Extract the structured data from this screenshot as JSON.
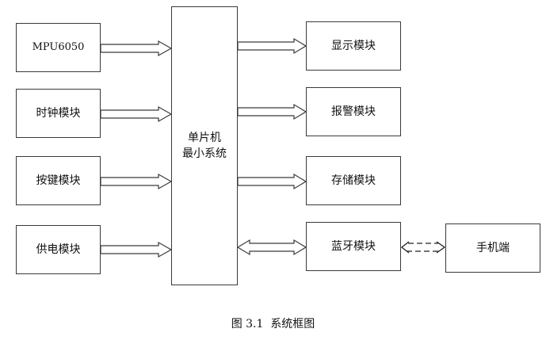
{
  "diagram": {
    "type": "system-block-diagram",
    "inputs": [
      {
        "id": "mpu6050",
        "label": "MPU6050"
      },
      {
        "id": "clock",
        "label": "时钟模块"
      },
      {
        "id": "keys",
        "label": "按键模块"
      },
      {
        "id": "power",
        "label": "供电模块"
      }
    ],
    "center": {
      "line1": "单片机",
      "line2": "最小系统"
    },
    "outputs": [
      {
        "id": "display",
        "label": "显示模块",
        "direction": "out"
      },
      {
        "id": "alarm",
        "label": "报警模块",
        "direction": "out"
      },
      {
        "id": "storage",
        "label": "存储模块",
        "direction": "out"
      },
      {
        "id": "bluetooth",
        "label": "蓝牙模块",
        "direction": "bidirectional"
      }
    ],
    "remote": {
      "id": "phone",
      "label": "手机端",
      "link": "wireless-bidirectional"
    },
    "caption": {
      "number": "图 3.1",
      "title": "系统框图"
    }
  }
}
